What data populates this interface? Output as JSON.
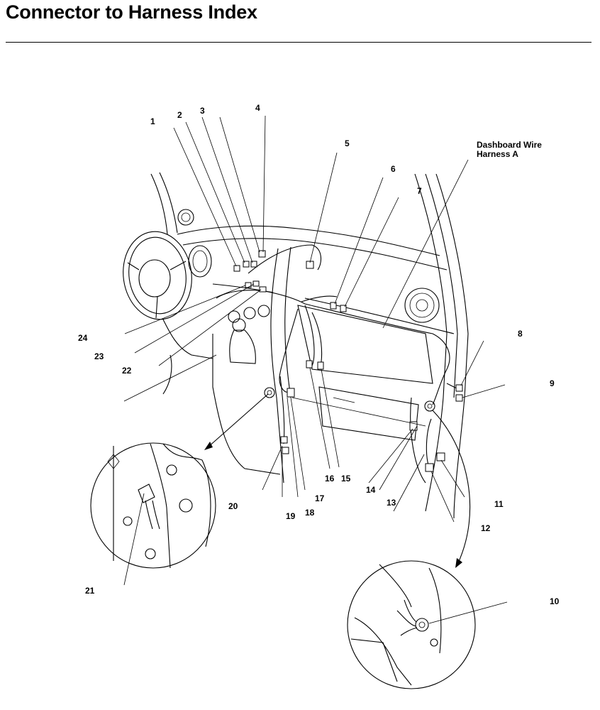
{
  "header": {
    "title": "Connector to Harness Index"
  },
  "harness_label": {
    "line1": "Dashboard Wire",
    "line2": "Harness A"
  },
  "callouts": [
    "1",
    "2",
    "3",
    "4",
    "5",
    "6",
    "7",
    "8",
    "9",
    "10",
    "11",
    "12",
    "13",
    "14",
    "15",
    "16",
    "17",
    "18",
    "19",
    "20",
    "21",
    "22",
    "23",
    "24"
  ]
}
